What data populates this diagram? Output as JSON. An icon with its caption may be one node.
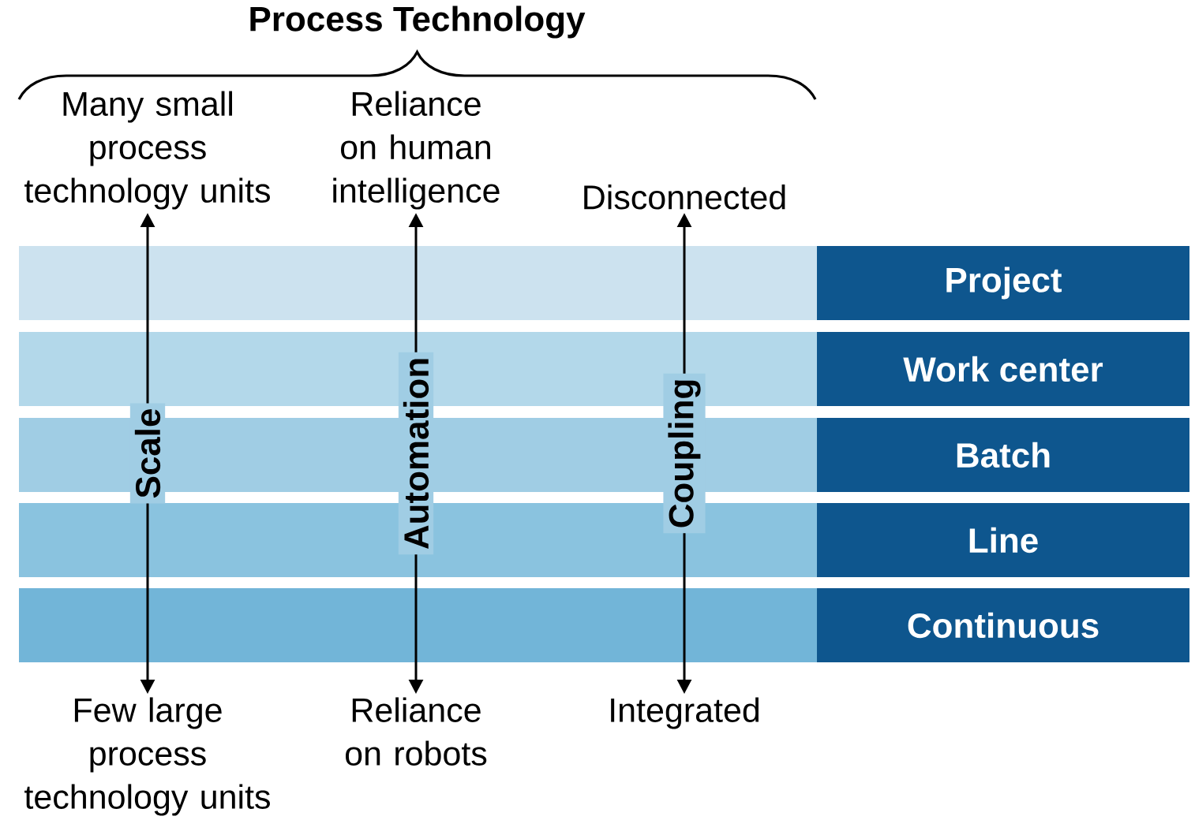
{
  "diagram": {
    "title": "Process Technology",
    "nodes": [
      {
        "text": [
          "Many small process technology units"
        ]
      },
      {
        "text": [
          "Reliance on human intelligence"
        ]
      },
      {
        "text": [
          "Disconnected"
        ]
      },
      {
        "text": [
          "Few large process technology units"
        ]
      },
      {
        "text": [
          "Reliance on robots"
        ]
      },
      {
        "text": [
          "Integrated"
        ]
      },
      {
        "text": [
          "Project"
        ]
      },
      {
        "text": [
          "Work center"
        ]
      },
      {
        "text": [
          "Batch"
        ]
      },
      {
        "text": [
          "Line"
        ]
      },
      {
        "text": [
          "Continuous"
        ]
      }
    ],
    "edges": [
      {
        "from": 0,
        "to": 3,
        "arrow": "both",
        "label": "Scale"
      },
      {
        "from": 1,
        "to": 4,
        "arrow": "both",
        "label": "Automation"
      },
      {
        "from": 2,
        "to": 5,
        "arrow": "both",
        "label": "Coupling"
      }
    ]
  }
}
